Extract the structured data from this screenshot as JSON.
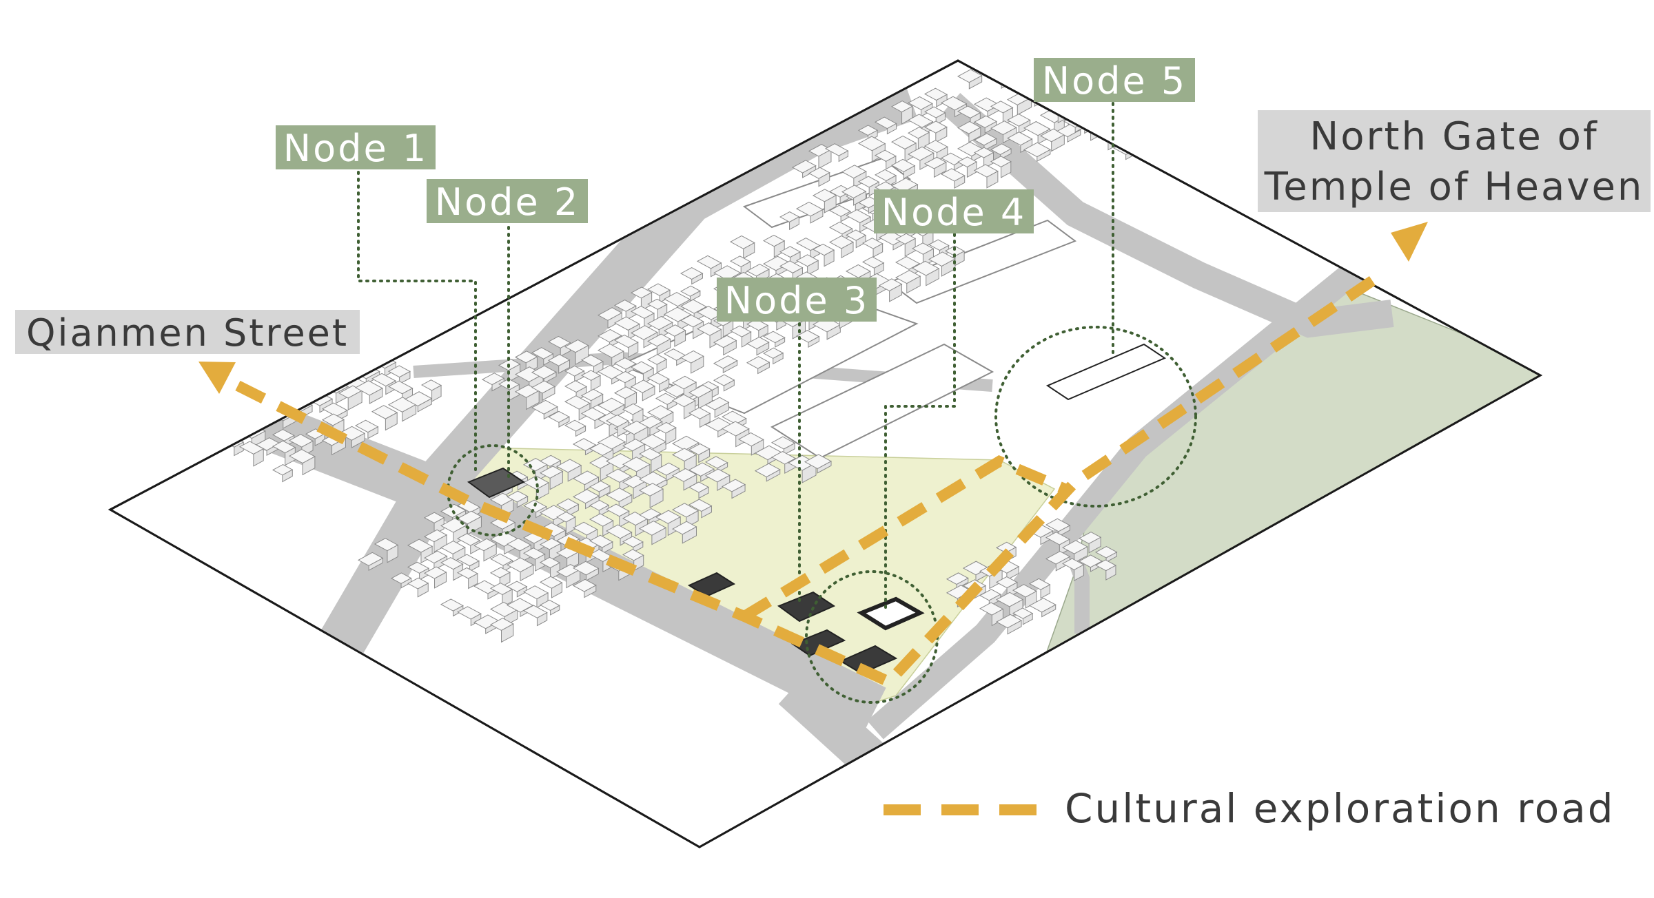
{
  "labels": {
    "node1": "Node 1",
    "node2": "Node 2",
    "node3": "Node 3",
    "node4": "Node 4",
    "node5": "Node 5",
    "north_gate_line1": "North Gate of",
    "north_gate_line2": "Temple of Heaven",
    "qianmen": "Qianmen Street"
  },
  "legend": {
    "route_label": "Cultural exploration road"
  },
  "colors": {
    "node_box": "#9aae8c",
    "destination_box": "#d6d6d6",
    "route": "#e3ac3d",
    "road": "#c4c4c4",
    "park": "#d3dcc7",
    "highlight_area": "#eef1cf",
    "leader": "#3f5f33",
    "building_fill": "#f7f7f7",
    "building_stroke": "#8a8a8a",
    "dark_building": "#3a3a3a"
  }
}
